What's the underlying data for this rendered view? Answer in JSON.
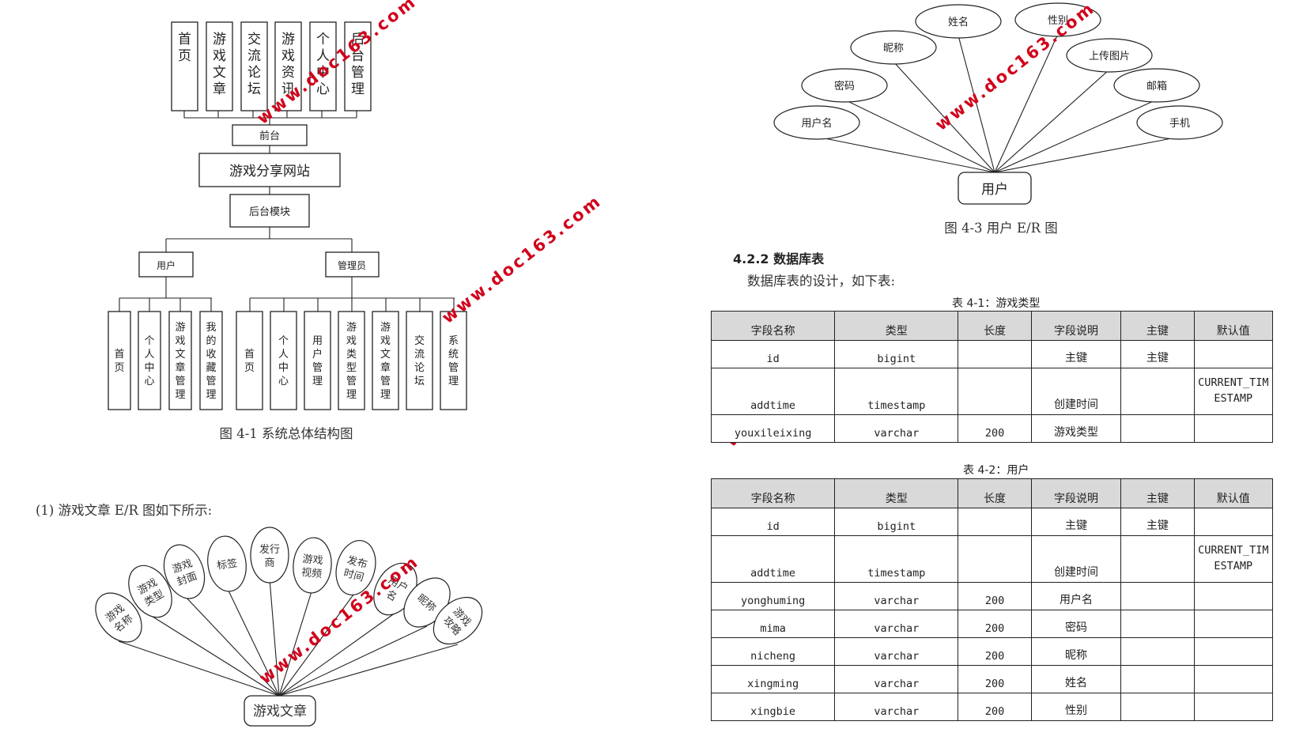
{
  "structure_chart": {
    "top_modules": [
      "首页",
      "游戏文章",
      "交流论坛",
      "游戏资讯",
      "个人中心",
      "后台管理"
    ],
    "front_label": "前台",
    "root_label": "游戏分享网站",
    "backend_label": "后台模块",
    "user_label": "用户",
    "admin_label": "管理员",
    "user_modules": [
      "首页",
      "个人中心",
      "游戏文章管理",
      "我的收藏管理"
    ],
    "admin_modules": [
      "首页",
      "个人中心",
      "用户管理",
      "游戏类型管理",
      "游戏文章管理",
      "交流论坛",
      "系统管理"
    ],
    "caption": "图 4-1  系统总体结构图"
  },
  "article_er": {
    "intro": "(1) 游戏文章 E/R 图如下所示:",
    "center": "游戏文章",
    "attributes": [
      "游戏名称",
      "游戏类型",
      "游戏封面",
      "标签",
      "发行商",
      "游戏视频",
      "发布时间",
      "用户名",
      "昵称",
      "游戏攻略"
    ]
  },
  "user_er": {
    "center": "用户",
    "attributes": [
      "用户名",
      "密码",
      "昵称",
      "姓名",
      "性别",
      "上传图片",
      "邮箱",
      "手机"
    ],
    "caption": "图 4-3 用户 E/R 图"
  },
  "db_section": {
    "heading": "4.2.2 数据库表",
    "intro": "数据库表的设计，如下表:"
  },
  "table1": {
    "caption": "表 4-1：游戏类型",
    "headers": [
      "字段名称",
      "类型",
      "长度",
      "字段说明",
      "主键",
      "默认值"
    ],
    "rows": [
      [
        "id",
        "bigint",
        "",
        "主键",
        "主键",
        ""
      ],
      [
        "addtime",
        "timestamp",
        "",
        "创建时间",
        "",
        "CURRENT_TIMESTAMP"
      ],
      [
        "youxileixing",
        "varchar",
        "200",
        "游戏类型",
        "",
        ""
      ]
    ]
  },
  "table2": {
    "caption": "表 4-2：用户",
    "headers": [
      "字段名称",
      "类型",
      "长度",
      "字段说明",
      "主键",
      "默认值"
    ],
    "rows": [
      [
        "id",
        "bigint",
        "",
        "主键",
        "主键",
        ""
      ],
      [
        "addtime",
        "timestamp",
        "",
        "创建时间",
        "",
        "CURRENT_TIMESTAMP"
      ],
      [
        "yonghuming",
        "varchar",
        "200",
        "用户名",
        "",
        ""
      ],
      [
        "mima",
        "varchar",
        "200",
        "密码",
        "",
        ""
      ],
      [
        "nicheng",
        "varchar",
        "200",
        "昵称",
        "",
        ""
      ],
      [
        "xingming",
        "varchar",
        "200",
        "姓名",
        "",
        ""
      ],
      [
        "xingbie",
        "varchar",
        "200",
        "性别",
        "",
        ""
      ]
    ]
  },
  "watermark": "www.doc163.com"
}
